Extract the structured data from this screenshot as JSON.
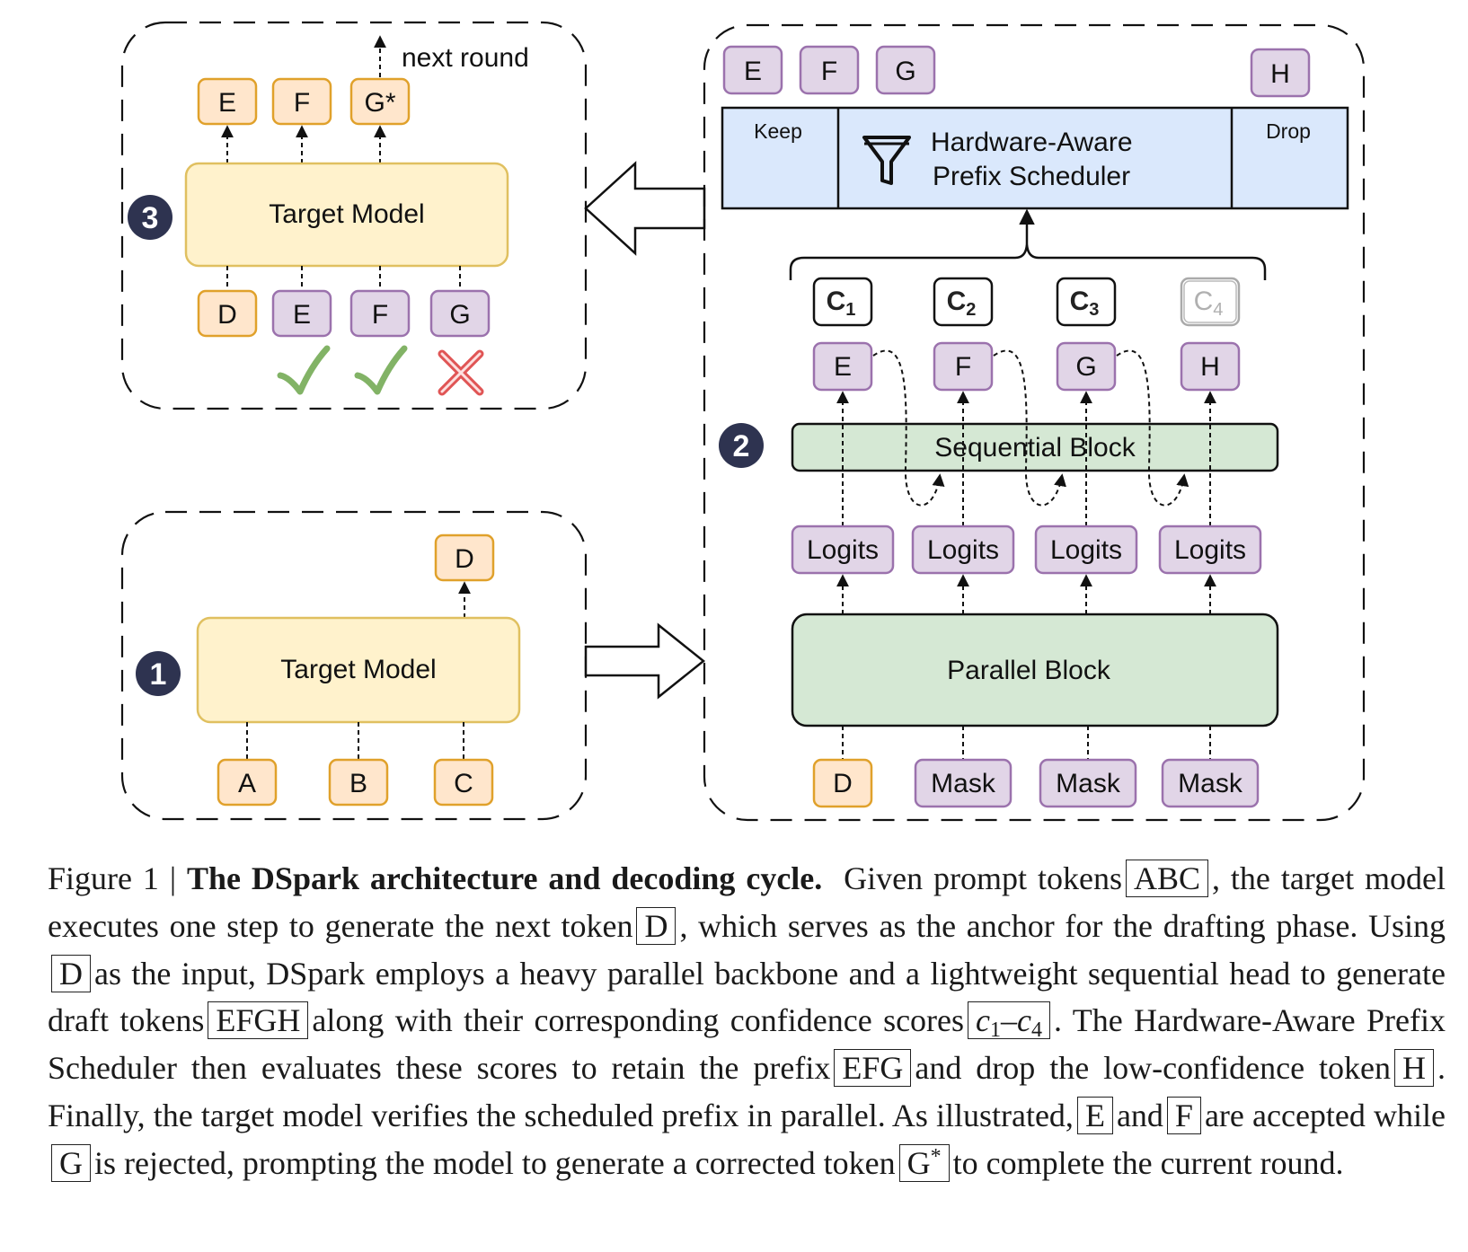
{
  "panel1": {
    "badge": "1",
    "model_label": "Target Model",
    "inputs": [
      "A",
      "B",
      "C"
    ],
    "output": "D"
  },
  "panel2": {
    "badge": "2",
    "top_tokens": [
      "E",
      "F",
      "G",
      "H"
    ],
    "scheduler": {
      "keep": "Keep",
      "line1": "Hardware-Aware",
      "line2": "Prefix Scheduler",
      "drop": "Drop"
    },
    "confidences": [
      {
        "base": "C",
        "sub": "1"
      },
      {
        "base": "C",
        "sub": "2"
      },
      {
        "base": "C",
        "sub": "3"
      },
      {
        "base": "C",
        "sub": "4"
      }
    ],
    "drafts": [
      "E",
      "F",
      "G",
      "H"
    ],
    "sequential_block": "Sequential  Block",
    "logits": [
      "Logits",
      "Logits",
      "Logits",
      "Logits"
    ],
    "parallel_block": "Parallel Block",
    "inputs": [
      "D",
      "Mask",
      "Mask",
      "Mask"
    ]
  },
  "panel3": {
    "badge": "3",
    "next_round": "next round",
    "outputs": [
      "E",
      "F",
      "G*"
    ],
    "model_label": "Target Model",
    "inputs": [
      "D",
      "E",
      "F",
      "G"
    ],
    "verdicts": [
      "accept",
      "accept",
      "reject"
    ]
  },
  "colors": {
    "orange_fill": "#ffe6cc",
    "orange_stroke": "#e0a12b",
    "purple_fill": "#e1d5e7",
    "purple_stroke": "#9b72ad",
    "yellow_fill": "#fff2cc",
    "yellow_stroke": "#e0c060",
    "green_fill": "#d5e8d4",
    "blue_fill": "#dae8fc",
    "badge": "#2e3350",
    "check": "#82b366",
    "cross": "#e05555"
  },
  "caption": {
    "figure_label": "Figure 1 |",
    "title": "The DSpark architecture and decoding cycle.",
    "t1": "Given prompt tokens",
    "tok_abc": "ABC",
    "t2": ", the target model executes one step to generate the next token",
    "tok_d": "D",
    "t3": ", which serves as the anchor for the drafting phase. Using",
    "t4": "as the input, DSpark employs a heavy parallel backbone and a lightweight sequential head to generate draft tokens",
    "tok_efgh": "EFGH",
    "t5": "along with their corresponding confidence scores",
    "c_base": "c",
    "c_sub1": "1",
    "c_dash": "–",
    "c_sub4": "4",
    "t6": ". The Hardware-Aware Prefix Scheduler then evaluates these scores to retain the prefix",
    "tok_efg": "EFG",
    "t7": "and drop the low-confidence token",
    "tok_h": "H",
    "t8": ". Finally, the target model verifies the scheduled prefix in parallel.  As illustrated,",
    "tok_e": "E",
    "t9": "and",
    "tok_f": "F",
    "t10": "are accepted while",
    "tok_g": "G",
    "t11": "is rejected, prompting the model to generate a corrected token",
    "tok_gstar_base": "G",
    "tok_gstar_sup": "*",
    "t12": "to complete the current round."
  }
}
